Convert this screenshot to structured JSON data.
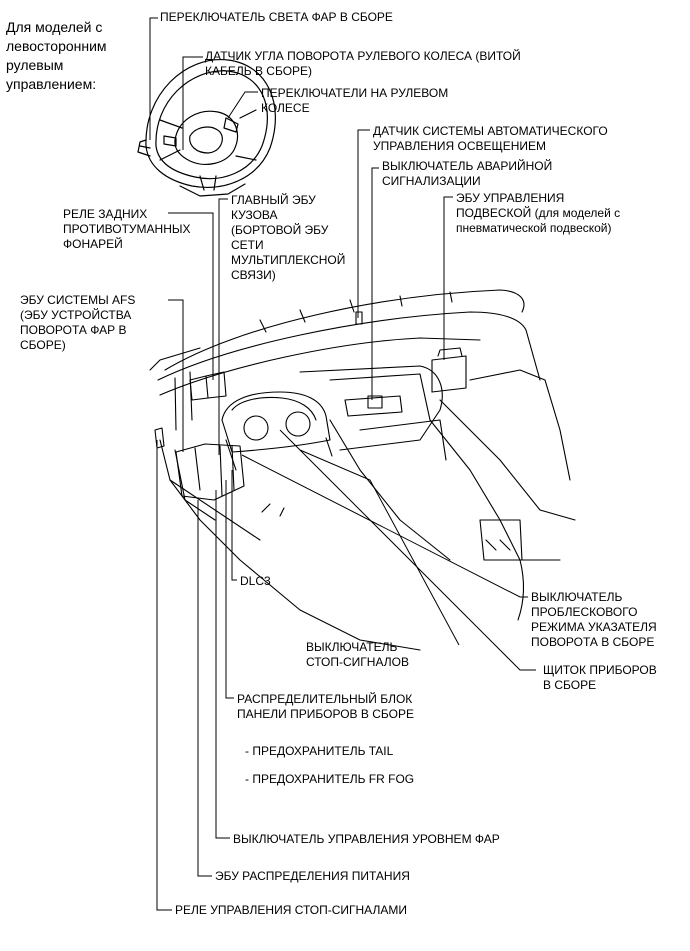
{
  "note": {
    "lines": [
      "Для моделей с",
      "левосторонним",
      "рулевым",
      "управлением:"
    ]
  },
  "labels": {
    "headlight_switch": [
      "ПЕРЕКЛЮЧАТЕЛЬ СВЕТА ФАР В СБОРЕ"
    ],
    "steering_sensor": [
      "ДАТЧИК УГЛА ПОВОРОТА РУЛЕВОГО КОЛЕСА (ВИТОЙ",
      "КАБЕЛЬ В СБОРЕ)"
    ],
    "steering_pad_switches": [
      "ПЕРЕКЛЮЧАТЕЛИ НА РУЛЕВОМ",
      "КОЛЕСЕ"
    ],
    "auto_light_sensor": [
      "ДАТЧИК СИСТЕМЫ АВТОМАТИЧЕСКОГО",
      "УПРАВЛЕНИЯ ОСВЕЩЕНИЕМ"
    ],
    "hazard_switch": [
      "ВЫКЛЮЧАТЕЛЬ АВАРИЙНОЙ",
      "СИГНАЛИЗАЦИИ"
    ],
    "suspension_ecu": [
      "ЭБУ УПРАВЛЕНИЯ",
      "ПОДВЕСКОЙ (для моделей с",
      "пневматической подвеской)"
    ],
    "rear_fog_relay": [
      "РЕЛЕ ЗАДНИХ",
      "ПРОТИВОТУМАННЫХ",
      "ФОНАРЕЙ"
    ],
    "main_body_ecu": [
      "ГЛАВНЫЙ ЭБУ",
      "КУЗОВА",
      "(БОРТОВОЙ ЭБУ",
      "СЕТИ",
      "МУЛЬТИПЛЕКСНОЙ",
      "СВЯЗИ)"
    ],
    "afs_ecu": [
      "ЭБУ СИСТЕМЫ AFS",
      "(ЭБУ УСТРОЙСТВА",
      "ПОВОРОТА ФАР В",
      "СБОРЕ)"
    ],
    "dlc3": [
      "DLC3"
    ],
    "turn_flasher_switch": [
      "ВЫКЛЮЧАТЕЛЬ",
      "ПРОБЛЕСКОВОГО",
      "РЕЖИМА УКАЗАТЕЛЯ",
      "ПОВОРОТА В СБОРЕ"
    ],
    "stop_light_switch": [
      "ВЫКЛЮЧАТЕЛЬ",
      "СТОП-СИГНАЛОВ"
    ],
    "combination_meter": [
      "ЩИТОК ПРИБОРОВ",
      "В СБОРЕ"
    ],
    "junction_block": [
      "РАСПРЕДЕЛИТЕЛЬНЫЙ БЛОК",
      "ПАНЕЛИ ПРИБОРОВ В СБОРЕ"
    ],
    "fuse_tail": [
      "- ПРЕДОХРАНИТЕЛЬ TAIL"
    ],
    "fuse_fr_fog": [
      "- ПРЕДОХРАНИТЕЛЬ FR FOG"
    ],
    "leveling_switch": [
      "ВЫКЛЮЧАТЕЛЬ УПРАВЛЕНИЯ УРОВНЕМ ФАР"
    ],
    "power_dist_ecu": [
      "ЭБУ РАСПРЕДЕЛЕНИЯ ПИТАНИЯ"
    ],
    "stop_light_relay": [
      "РЕЛЕ УПРАВЛЕНИЯ СТОП-СИГНАЛАМИ"
    ]
  }
}
